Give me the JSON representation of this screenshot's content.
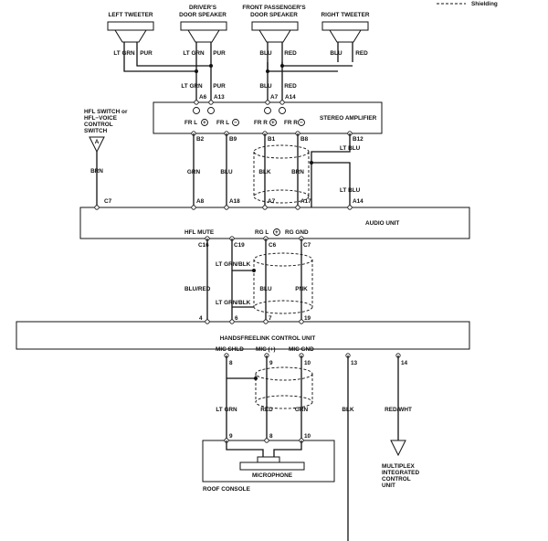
{
  "legend": {
    "shielding": "Shielding"
  },
  "speakers": {
    "left_tweeter": "LEFT TWEETER",
    "driver_door_1": "DRIVER'S",
    "driver_door_2": "DOOR SPEAKER",
    "front_pass_1": "FRONT PASSENGER'S",
    "front_pass_2": "DOOR SPEAKER",
    "right_tweeter": "RIGHT TWEETER"
  },
  "speaker_wires": {
    "lt_ltgrn": "LT GRN",
    "lt_pur": "PUR",
    "dr_ltgrn": "LT GRN",
    "dr_pur": "PUR",
    "fp_blu": "BLU",
    "fp_red": "RED",
    "rt_blu": "BLU",
    "rt_red": "RED"
  },
  "amp_input_wires": {
    "ltgrn": "LT GRN",
    "pur": "PUR",
    "blu": "BLU",
    "red": "RED"
  },
  "amp_pins_top": {
    "a6": "A6",
    "a13": "A13",
    "a7": "A7",
    "a14": "A14"
  },
  "amplifier": {
    "name": "STEREO AMPLIFIER",
    "frl_plus": "FR L",
    "frl_minus": "FR L",
    "frr_plus": "FR R",
    "frr_minus": "FR R",
    "plus": "+",
    "minus": "−"
  },
  "amp_pins_bottom": {
    "b2": "B2",
    "b9": "B9",
    "b1": "B1",
    "b8": "B8",
    "b12": "B12"
  },
  "hfl_switch": {
    "line1": "HFL SWITCH or",
    "line2": "HFL−VOICE",
    "line3": "CONTROL",
    "line4": "SWITCH",
    "connector": "A"
  },
  "mid_wires": {
    "brn_left": "BRN",
    "grn": "GRN",
    "blu": "BLU",
    "blk": "BLK",
    "brn": "BRN",
    "ltblu_top": "LT BLU",
    "ltblu_bottom": "LT BLU"
  },
  "audio_pins_top": {
    "c7": "C7",
    "a8": "A8",
    "a18": "A18",
    "a7": "A7",
    "a17": "A17",
    "a14": "A14"
  },
  "audio_unit": {
    "name": "AUDIO UNIT",
    "hfl_mute": "HFL MUTE",
    "rg_l": "RG L",
    "rg_gnd": "RG GND",
    "plus": "+"
  },
  "audio_pins_bottom": {
    "c16": "C16",
    "c19": "C19",
    "c6": "C6",
    "c7": "C7"
  },
  "lower_wires": {
    "ltgrn_blk_1": "LT GRN/BLK",
    "blu_red": "BLU/RED",
    "blu": "BLU",
    "pnk": "PNK",
    "ltgrn_blk_2": "LT GRN/BLK"
  },
  "hfl_pins_top": {
    "p4": "4",
    "p6": "6",
    "p7": "7",
    "p19": "19"
  },
  "hfl_unit": {
    "name": "HANDSFREELINK CONTROL UNIT",
    "mic_shld": "MIC SHLD",
    "mic_plus": "MIC (+)",
    "mic_gnd": "MIC GND"
  },
  "hfl_pins_bottom": {
    "p8": "8",
    "p9": "9",
    "p10": "10",
    "p13": "13",
    "p14": "14"
  },
  "mic_wires": {
    "ltgrn": "LT GRN",
    "red": "RED",
    "grn": "GRN",
    "blk": "BLK",
    "red_wht": "RED/WHT"
  },
  "mic_pins": {
    "p9": "9",
    "p8": "8",
    "p10": "10"
  },
  "microphone": {
    "name": "MICROPHONE",
    "console": "ROOF CONSOLE"
  },
  "multiplex": {
    "line1": "MULTIPLEX",
    "line2": "INTEGRATED",
    "line3": "CONTROL",
    "line4": "UNIT"
  }
}
